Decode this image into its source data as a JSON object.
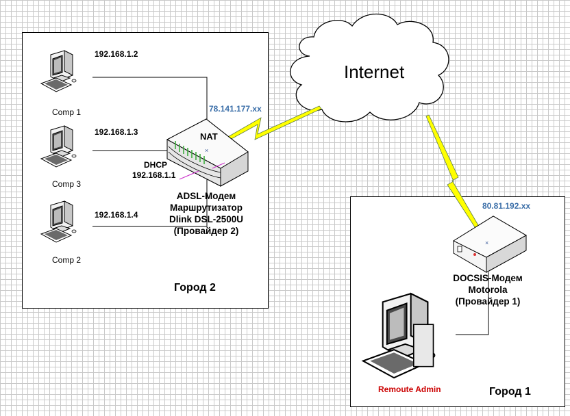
{
  "cloud": {
    "label": "Internet"
  },
  "city2": {
    "title": "Город 2",
    "computers": [
      {
        "name": "Comp 1",
        "ip": "192.168.1.2"
      },
      {
        "name": "Comp 3",
        "ip": "192.168.1.3"
      },
      {
        "name": "Comp 2",
        "ip": "192.168.1.4"
      }
    ],
    "router": {
      "nat": "NAT",
      "dhcp": "DHCP",
      "lan_ip": "192.168.1.1",
      "wan_ip": "78.141.177.xx",
      "line1": "ADSL-Модем",
      "line2": "Маршрутизатор",
      "line3": "Dlink DSL-2500U",
      "line4": "(Провайдер 2)"
    }
  },
  "city1": {
    "title": "Город 1",
    "modem": {
      "wan_ip": "80.81.192.xx",
      "line1": "DOCSIS-Модем",
      "line2": "Motorola",
      "line3": "(Провайдер 1)"
    },
    "admin": {
      "name": "Remoute Admin",
      "color": "#cc0000"
    }
  },
  "colors": {
    "link_yellow": "#ffff00",
    "ip_blue": "#3a6ea8",
    "led_green": "#33aa33"
  }
}
